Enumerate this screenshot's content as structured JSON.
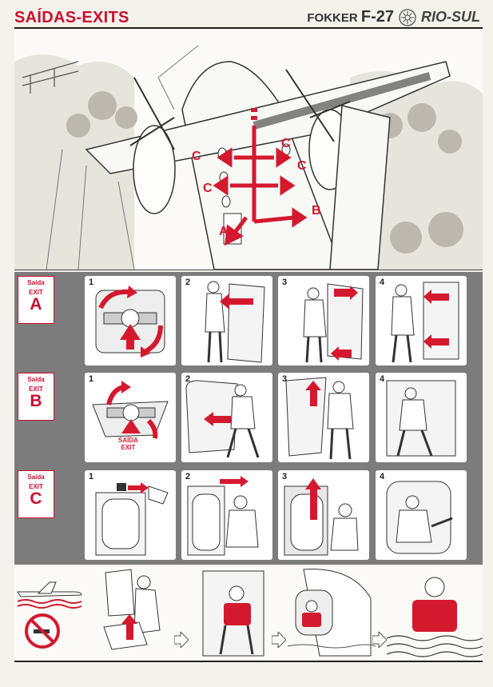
{
  "header": {
    "title_red": "SAÍDAS",
    "title_sep": "-",
    "title_exits": "EXITS",
    "model_prefix": "FOKKER",
    "model": "F-27",
    "airline": "RIO-SUL"
  },
  "hero": {
    "labels": [
      "C",
      "C",
      "C",
      "C",
      "A",
      "B"
    ]
  },
  "rows": [
    {
      "tag_word": "Saída",
      "tag_exit": "EXIT",
      "letter": "A",
      "steps": [
        "1",
        "2",
        "3",
        "4"
      ]
    },
    {
      "tag_word": "Saída",
      "tag_exit": "EXIT",
      "letter": "B",
      "steps": [
        "1",
        "2",
        "3",
        "4"
      ],
      "inset_word": "SAÍDA",
      "inset_exit": "EXIT"
    },
    {
      "tag_word": "Saída",
      "tag_exit": "EXIT",
      "letter": "C",
      "steps": [
        "1",
        "2",
        "3",
        "4"
      ]
    }
  ],
  "colors": {
    "accent": "#c8102e",
    "panel_bg": "#7c7c7c"
  },
  "icons": [
    "aircraft-water-icon",
    "no-smoking-icon",
    "arrow-right-icon"
  ]
}
